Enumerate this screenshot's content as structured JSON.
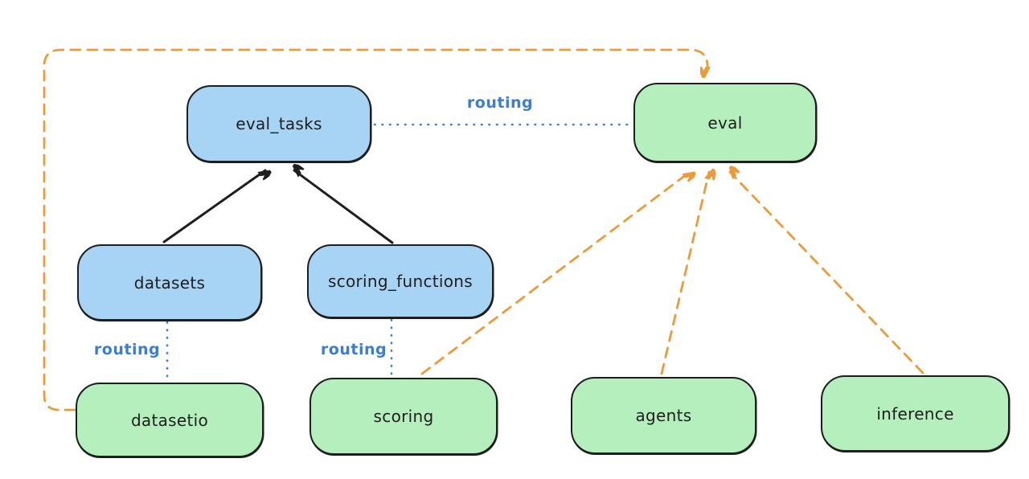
{
  "diagram": {
    "nodes": [
      {
        "id": "eval_tasks",
        "label": "eval_tasks",
        "fill": "blue"
      },
      {
        "id": "eval",
        "label": "eval",
        "fill": "green"
      },
      {
        "id": "datasets",
        "label": "datasets",
        "fill": "blue"
      },
      {
        "id": "scoring_functions",
        "label": "scoring_functions",
        "fill": "blue"
      },
      {
        "id": "datasetio",
        "label": "datasetio",
        "fill": "green"
      },
      {
        "id": "scoring",
        "label": "scoring",
        "fill": "green"
      },
      {
        "id": "agents",
        "label": "agents",
        "fill": "green"
      },
      {
        "id": "inference",
        "label": "inference",
        "fill": "green"
      }
    ],
    "edges": [
      {
        "from": "datasets",
        "to": "eval_tasks",
        "style": "solid-arrow",
        "label": ""
      },
      {
        "from": "scoring_functions",
        "to": "eval_tasks",
        "style": "solid-arrow",
        "label": ""
      },
      {
        "from": "eval_tasks",
        "to": "eval",
        "style": "dotted",
        "label": "routing"
      },
      {
        "from": "datasets",
        "to": "datasetio",
        "style": "dotted",
        "label": "routing"
      },
      {
        "from": "scoring_functions",
        "to": "scoring",
        "style": "dotted",
        "label": "routing"
      },
      {
        "from": "datasetio",
        "to": "eval",
        "style": "dashed-arrow",
        "label": ""
      },
      {
        "from": "scoring",
        "to": "eval",
        "style": "dashed-arrow",
        "label": ""
      },
      {
        "from": "agents",
        "to": "eval",
        "style": "dashed-arrow",
        "label": ""
      },
      {
        "from": "inference",
        "to": "eval",
        "style": "dashed-arrow",
        "label": ""
      }
    ],
    "colors": {
      "blue_fill": "#a7d3f4",
      "green_fill": "#b5efbe",
      "stroke": "#1e1e1e",
      "orange_dashed": "#ec9b3b",
      "routing_blue": "#3c7dd2",
      "background": "#ffffff"
    }
  }
}
